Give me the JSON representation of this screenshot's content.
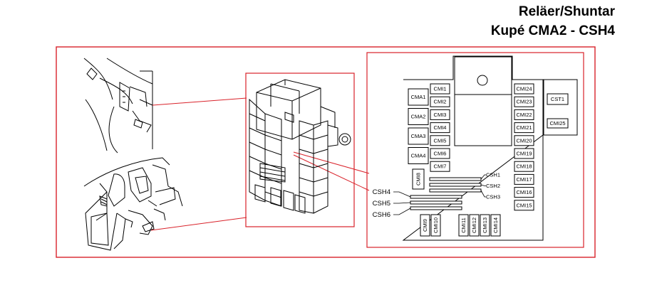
{
  "header": {
    "title_line1": "Reläer/Shuntar",
    "title_line2": "Kupé CMA2 - CSH4"
  },
  "colors": {
    "frame": "#d9222a",
    "line": "#000000",
    "leader": "#d9222a"
  },
  "fusebox": {
    "left_relays": [
      "CMA1",
      "CMA2",
      "CMA3",
      "CMA4"
    ],
    "left_column": [
      "CMI1",
      "CMI2",
      "CMI3",
      "CMI4",
      "CMI5",
      "CMI6",
      "CMI7"
    ],
    "vertical_left": "CMI8",
    "bottom_pair": [
      "CMI9",
      "CMI10"
    ],
    "bottom_quad": [
      "CMI11",
      "CMI12",
      "CMI13",
      "CMI14"
    ],
    "right_column": [
      "CMI24",
      "CMI23",
      "CMI22",
      "CMI21",
      "CMI20",
      "CMI19",
      "CMI18",
      "CMI17",
      "CMI16",
      "CMI15"
    ],
    "right_extra": [
      "CST1",
      "CMI25"
    ],
    "shunts_right": [
      "CSH1",
      "CSH2",
      "CSH3"
    ],
    "shunts_left": [
      "CSH4",
      "CSH5",
      "CSH6"
    ]
  }
}
